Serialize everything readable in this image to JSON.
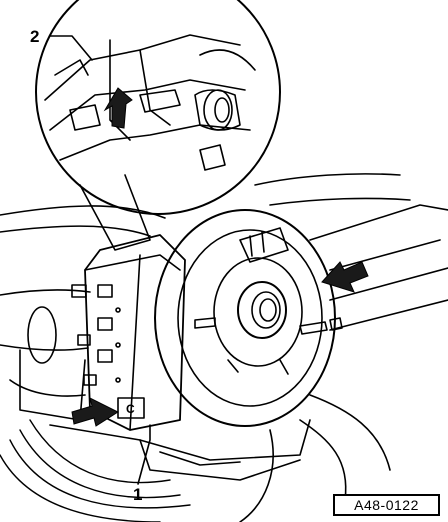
{
  "labels": {
    "callout_2": "2",
    "callout_1": "1",
    "connector_c": "C"
  },
  "figure_id": "A48-0122",
  "colors": {
    "line": "#000000",
    "background": "#ffffff",
    "arrow_fill": "#1a1a1a"
  }
}
